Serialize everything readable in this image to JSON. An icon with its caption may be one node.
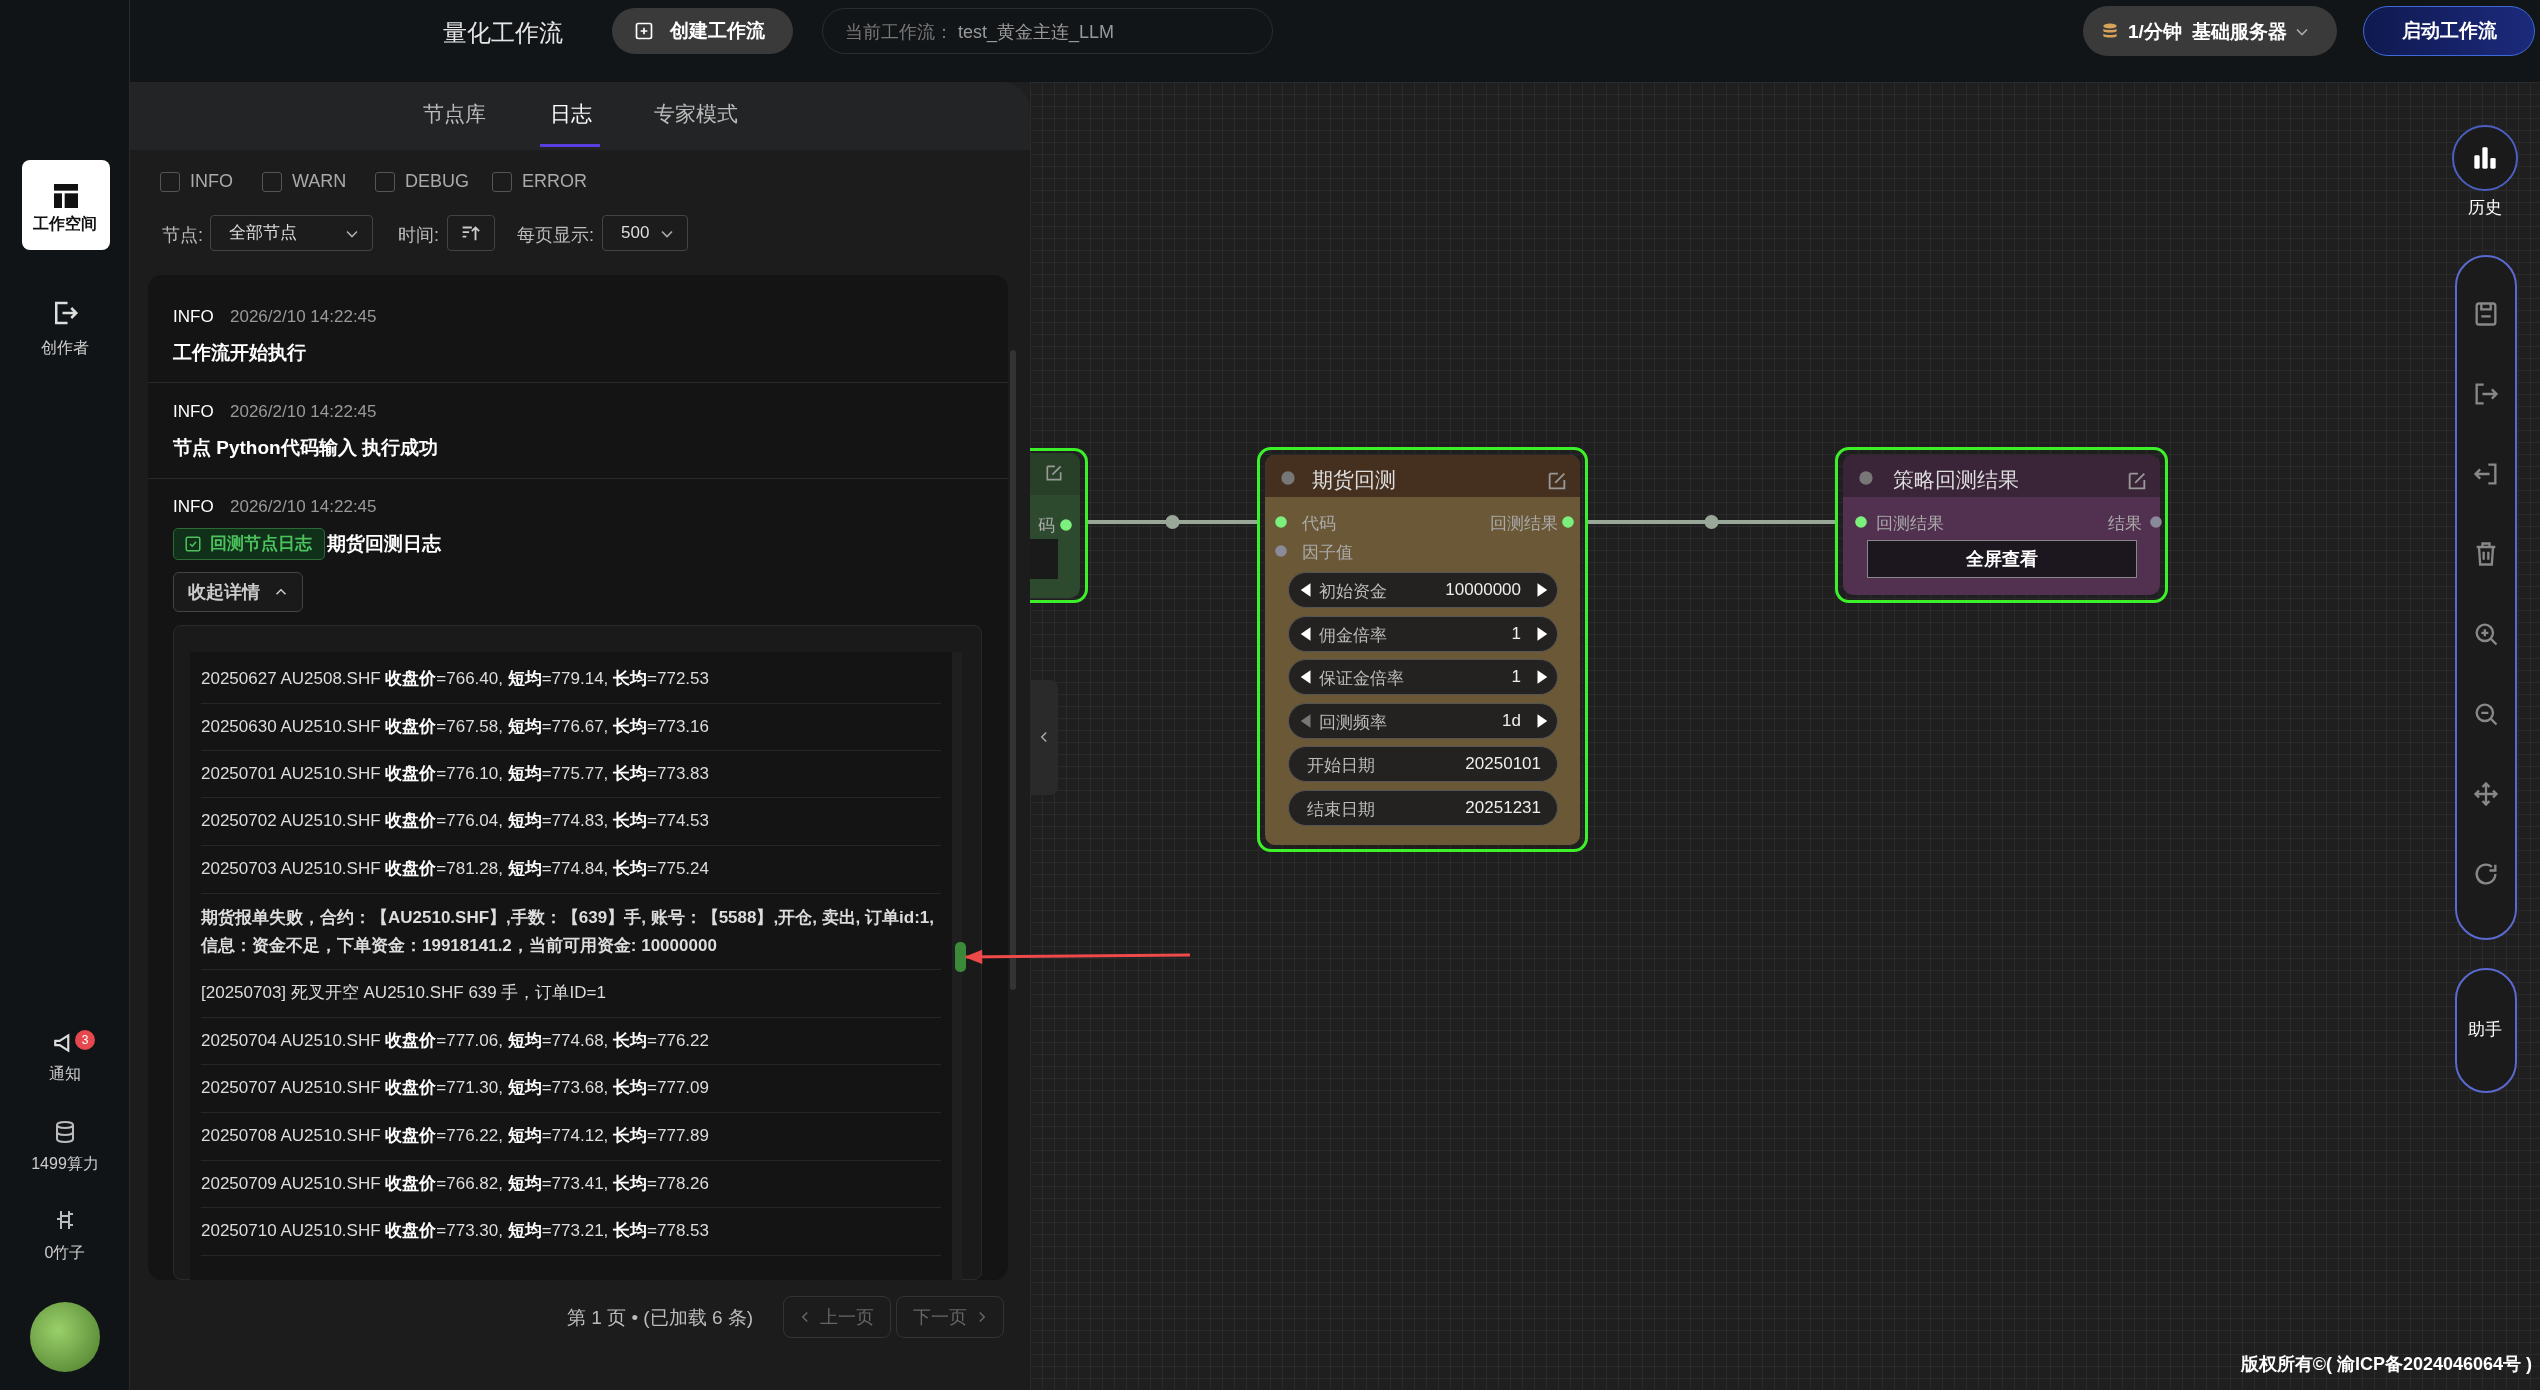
{
  "diagram": {
    "nodes": [
      {
        "text": [
          "码"
        ]
      },
      {
        "text": [
          "期货回测",
          "代码",
          "回测结果",
          "因子值"
        ]
      },
      {
        "text": [
          "初始资金",
          "10000000"
        ],
        "in": 1
      },
      {
        "text": [
          "佣金倍率",
          "1"
        ],
        "in": 1
      },
      {
        "text": [
          "保证金倍率",
          "1"
        ],
        "in": 1
      },
      {
        "text": [
          "回测频率",
          "1d"
        ],
        "in": 1
      },
      {
        "text": [
          "开始日期",
          "20250101"
        ],
        "in": 1
      },
      {
        "text": [
          "结束日期",
          "20251231"
        ],
        "in": 1
      },
      {
        "text": [
          "策略回测结果",
          "回测结果",
          "结果"
        ]
      },
      {
        "text": [
          "全屏查看"
        ],
        "in": 8
      },
      {
        "text": [],
        "shape": "bar"
      }
    ],
    "edges": [
      {
        "from": 0,
        "to": 1,
        "arrow": "none"
      },
      {
        "from": 1,
        "to": 8,
        "arrow": "none"
      },
      {
        "from": null,
        "to": 10,
        "arrow": "to",
        "color": "#ef4a4a"
      }
    ],
    "labels": [
      "量化工作流",
      "创建工作流",
      "当前工作流：",
      "test_黄金主连_LLM",
      "1/分钟",
      "基础服务器",
      "启动工作流",
      "工作空间",
      "创作者",
      "3",
      "通知",
      "1499算力",
      "0竹子",
      "节点库",
      "日志",
      "专家模式",
      "INFO",
      "WARN",
      "DEBUG",
      "ERROR",
      "节点:",
      "全部节点",
      "时间:",
      "每页显示:",
      "500",
      "INFO",
      "2026/2/10 14:22:45",
      "工作流开始执行",
      "INFO",
      "2026/2/10 14:22:45",
      "节点 Python代码输入 执行成功",
      "INFO",
      "2026/2/10 14:22:45",
      "回测节点日志",
      "期货回测日志",
      "收起详情",
      "20250627 AU2508.SHF **收盘价**=766.40, **短均**=779.14, **长均**=772.53",
      "20250630 AU2510.SHF **收盘价**=767.58, **短均**=776.67, **长均**=773.16",
      "20250701 AU2510.SHF **收盘价**=776.10, **短均**=775.77, **长均**=773.83",
      "20250702 AU2510.SHF **收盘价**=776.04, **短均**=774.83, **长均**=774.53",
      "20250703 AU2510.SHF **收盘价**=781.28, **短均**=774.84, **长均**=775.24",
      "期货报单失败，合约：【AU2510.SHF】,手数：【639】手, 账号：【5588】,开仓, 卖出, 订单id:1,信息：资金不足，下单资金：19918141.2，当前可用资金: 10000000",
      "[20250703] 死叉开空 AU2510.SHF 639 手，订单ID=1",
      "20250704 AU2510.SHF **收盘价**=777.06, **短均**=774.68, **长均**=776.22",
      "20250707 AU2510.SHF **收盘价**=771.30, **短均**=773.68, **长均**=777.09",
      "20250708 AU2510.SHF **收盘价**=776.22, **短均**=774.12, **长均**=777.89",
      "20250709 AU2510.SHF **收盘价**=766.82, **短均**=773.41, **长均**=778.26",
      "20250710 AU2510.SHF **收盘价**=773.30, **短均**=773.21, **长均**=778.53",
      "第 1 页 • (已加载 6 条)",
      "上一页",
      "下一页",
      "历史",
      "助手",
      "版权所有©( 渝ICP备2024046064号 )"
    ]
  }
}
